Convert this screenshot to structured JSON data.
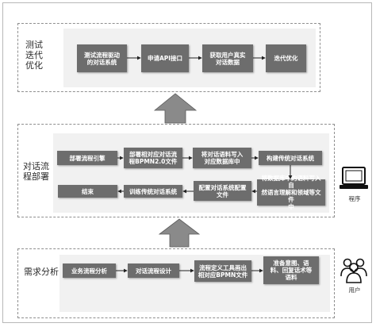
{
  "stages": {
    "test": {
      "label": "测试\n迭代\n优化",
      "boxes": [
        "测试流程驱动\n的对话系统",
        "申请API接口",
        "获取用户真实\n对话数据",
        "迭代优化"
      ]
    },
    "deploy": {
      "label": "对话流\n程部署",
      "row1": [
        "部署流程引擎",
        "部署相对应对话流\n程BPMN2.0文件",
        "将对话语料写入\n对应数据库中",
        "构建传统对话系统"
      ],
      "row2": [
        "结束",
        "训练传统对话系统",
        "配置对话系统配置\n文件",
        "将数据库中的语料写入自\n然语言理解和领域等文件\n中"
      ]
    },
    "require": {
      "label": "需求分析",
      "boxes": [
        "业务流程分析",
        "对话流程设计",
        "流程定义工具画出\n相对应BPMN文件",
        "准备意图、语\n料、回复话术等\n语料"
      ]
    }
  },
  "icons": {
    "computer": {
      "name": "computer-icon",
      "label": "程序"
    },
    "user": {
      "name": "user-group-icon",
      "label": "用户"
    }
  },
  "colors": {
    "box": "#6d6d6d",
    "arrow": "#8a8a8a",
    "panel": "#f1f1f1"
  }
}
